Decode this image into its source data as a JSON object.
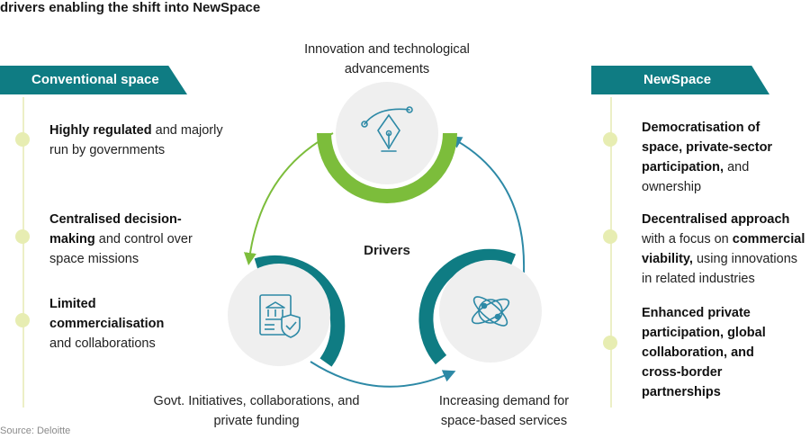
{
  "title": "drivers enabling the shift into NewSpace",
  "source": "Source: Deloitte",
  "center_label": "Drivers",
  "left": {
    "banner": "Conventional space",
    "items": [
      {
        "bold": "Highly regulated",
        "rest": " and majorly run by governments"
      },
      {
        "bold": "Centralised decision-making",
        "rest": " and control over space missions"
      },
      {
        "bold": "Limited commercialisation",
        "rest": " and collaborations"
      }
    ]
  },
  "right": {
    "banner": "NewSpace",
    "items": [
      {
        "b1": "Democratisation of space, private-sector participation,",
        "r1": " and ownership",
        "b2": "",
        "r2": ""
      },
      {
        "b1": "Decentralised approach",
        "r1": " with a focus on ",
        "b2": "commercial viability,",
        "r2": " using innovations in related industries"
      },
      {
        "b1": "Enhanced private participation, global collaboration, and cross-border partnerships",
        "r1": "",
        "b2": "",
        "r2": ""
      }
    ]
  },
  "drivers": {
    "top": "Innovation and technological advancements",
    "bottom_left": "Govt. Initiatives, collaborations, and private funding",
    "bottom_right": "Increasing demand for space-based services"
  },
  "colors": {
    "teal": "#0f7c83",
    "green": "#7cbd3b",
    "arrow_blue": "#2d89a6",
    "dot": "#e7edb2",
    "circle_bg": "#efefef"
  },
  "icons": {
    "top": "pen-tool-icon",
    "bottom_left": "government-document-icon",
    "bottom_right": "atom-network-icon"
  }
}
